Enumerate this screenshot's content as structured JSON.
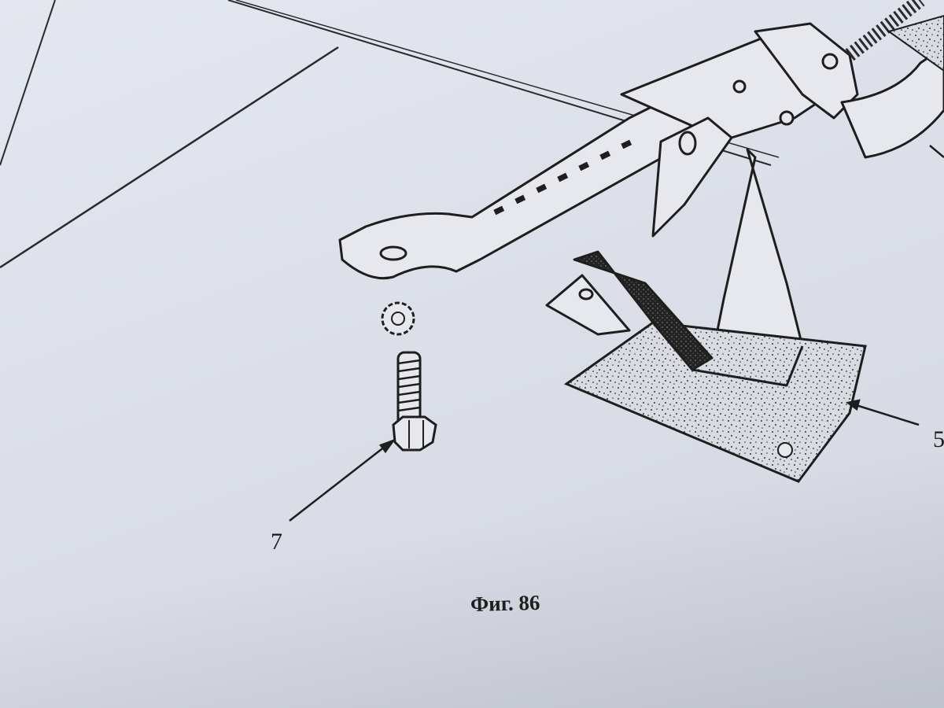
{
  "figure": {
    "caption": "Фиг. 86",
    "callouts": [
      {
        "id": "bolt",
        "label": "7"
      },
      {
        "id": "base-plate",
        "label": "5"
      }
    ]
  }
}
